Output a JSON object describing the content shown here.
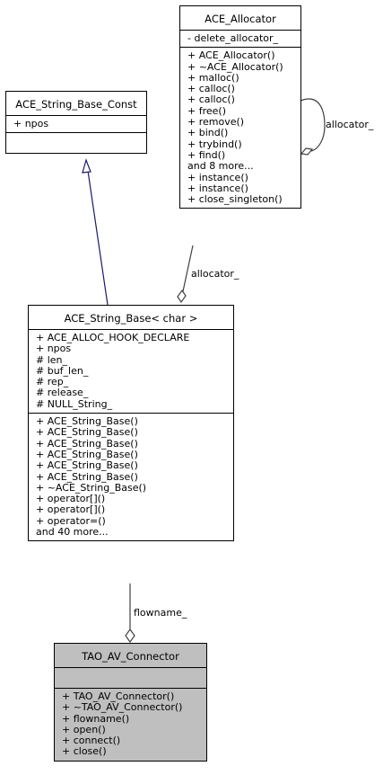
{
  "classes": {
    "allocator": {
      "name": "ACE_Allocator",
      "attributes": [
        "- delete_allocator_"
      ],
      "methods": [
        "+ ACE_Allocator()",
        "+ ~ACE_Allocator()",
        "+ malloc()",
        "+ calloc()",
        "+ calloc()",
        "+ free()",
        "+ remove()",
        "+ bind()",
        "+ trybind()",
        "+ find()",
        "and 8 more...",
        "+ instance()",
        "+ instance()",
        "+ close_singleton()"
      ]
    },
    "string_base_const": {
      "name": "ACE_String_Base_Const",
      "attributes": [
        "+ npos"
      ],
      "methods": []
    },
    "string_base": {
      "name": "ACE_String_Base< char >",
      "attributes": [
        "+ ACE_ALLOC_HOOK_DECLARE",
        "+ npos",
        "# len_",
        "# buf_len_",
        "# rep_",
        "# release_",
        "# NULL_String_"
      ],
      "methods": [
        "+ ACE_String_Base()",
        "+ ACE_String_Base()",
        "+ ACE_String_Base()",
        "+ ACE_String_Base()",
        "+ ACE_String_Base()",
        "+ ACE_String_Base()",
        "+ ~ACE_String_Base()",
        "+ operator[]()",
        "+ operator[]()",
        "+ operator=()",
        "and 40 more..."
      ]
    },
    "connector": {
      "name": "TAO_AV_Connector",
      "attributes": [],
      "methods": [
        "+ TAO_AV_Connector()",
        "+ ~TAO_AV_Connector()",
        "+ flowname()",
        "+ open()",
        "+ connect()",
        "+ close()"
      ]
    }
  },
  "edges": {
    "self_allocator": "allocator_",
    "string_allocator": "allocator_",
    "flowname": "flowname_"
  },
  "colors": {
    "focus_fill": "#bfbfbf",
    "inheritance_line": "#191970",
    "association_line": "#404040"
  }
}
